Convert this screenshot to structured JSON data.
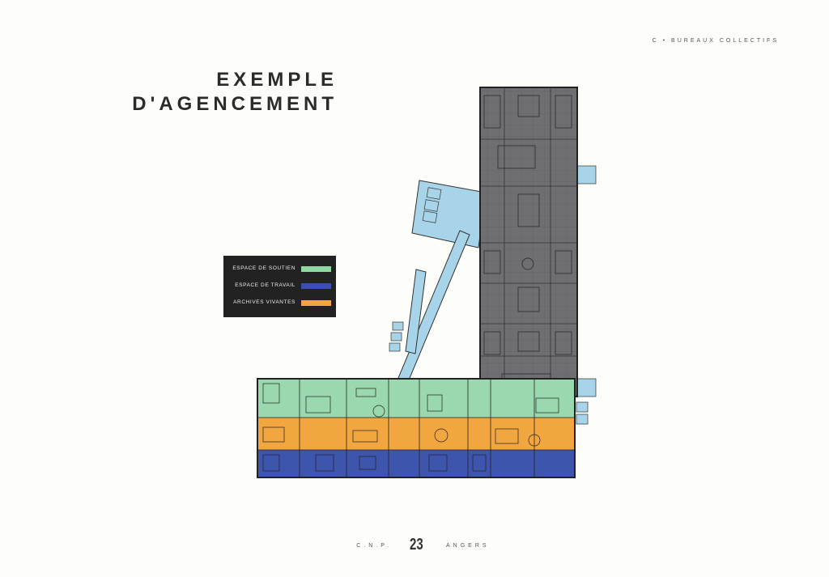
{
  "header": {
    "section": "C • BUREAUX COLLECTIFS"
  },
  "title": {
    "line1": "EXEMPLE",
    "line2": "D'AGENCEMENT"
  },
  "legend": {
    "items": [
      {
        "label": "ESPACE DE SOUTIEN",
        "color": "#8fd8a4"
      },
      {
        "label": "ESPACE DE TRAVAIL",
        "color": "#3a4fb0"
      },
      {
        "label": "ARCHIVES VIVANTES",
        "color": "#f2a640"
      }
    ]
  },
  "colors": {
    "tower": "#6f6f72",
    "annex": "#a8d4ea",
    "support": "#9ad9b0",
    "archives": "#f2a640",
    "work": "#3e55ad"
  },
  "footer": {
    "org": "C.N.P.",
    "page": "23",
    "city": "ANGERS"
  }
}
